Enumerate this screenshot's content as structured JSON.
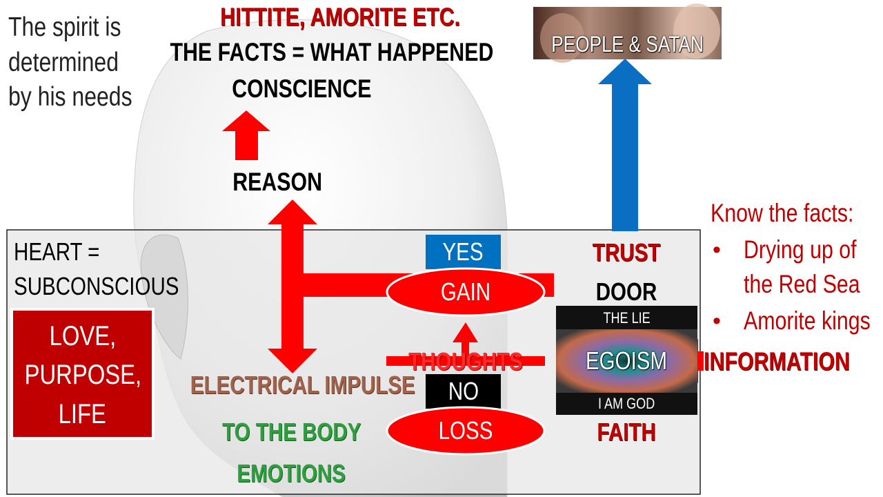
{
  "texts": {
    "spirit_note": [
      "The spirit is",
      "determined",
      "by his needs"
    ],
    "hittite": "HITTITE, AMORITE ETC.",
    "facts": "THE FACTS = WHAT HAPPENED",
    "conscience": "CONSCIENCE",
    "reason": "REASON",
    "heart": [
      "HEART =",
      "SUBCONSCIOUS"
    ],
    "love_box": [
      "LOVE,",
      "PURPOSE,",
      "LIFE"
    ],
    "electrical": "ELECTRICAL IMPULSE",
    "to_body": "TO THE BODY",
    "emotions": "EMOTIONS",
    "yes": "YES",
    "gain": "GAIN",
    "thoughts": "THOUGHTS",
    "no": "NO",
    "loss": "LOSS",
    "trust": "TRUST",
    "door": "DOOR",
    "the_lie": "THE LIE",
    "egoism": "EGOISM",
    "i_am_god": "I AM GOD",
    "faith": "FAITH",
    "information": "INFORMATION",
    "people_satan": "PEOPLE & SATAN",
    "know_facts": "Know the facts:",
    "facts_list": [
      "Drying up of",
      "the Red Sea",
      "Amorite kings"
    ]
  },
  "colors": {
    "red_arrow": "#ff0000",
    "blue_arrow": "#0070c0",
    "dark_red_text": "#c00000",
    "brown_text": "#a0624a",
    "green_text": "#2e9e3e",
    "heart_box": "#e6e6e6",
    "love_box": "#c00000",
    "yes_box": "#0070c0"
  }
}
